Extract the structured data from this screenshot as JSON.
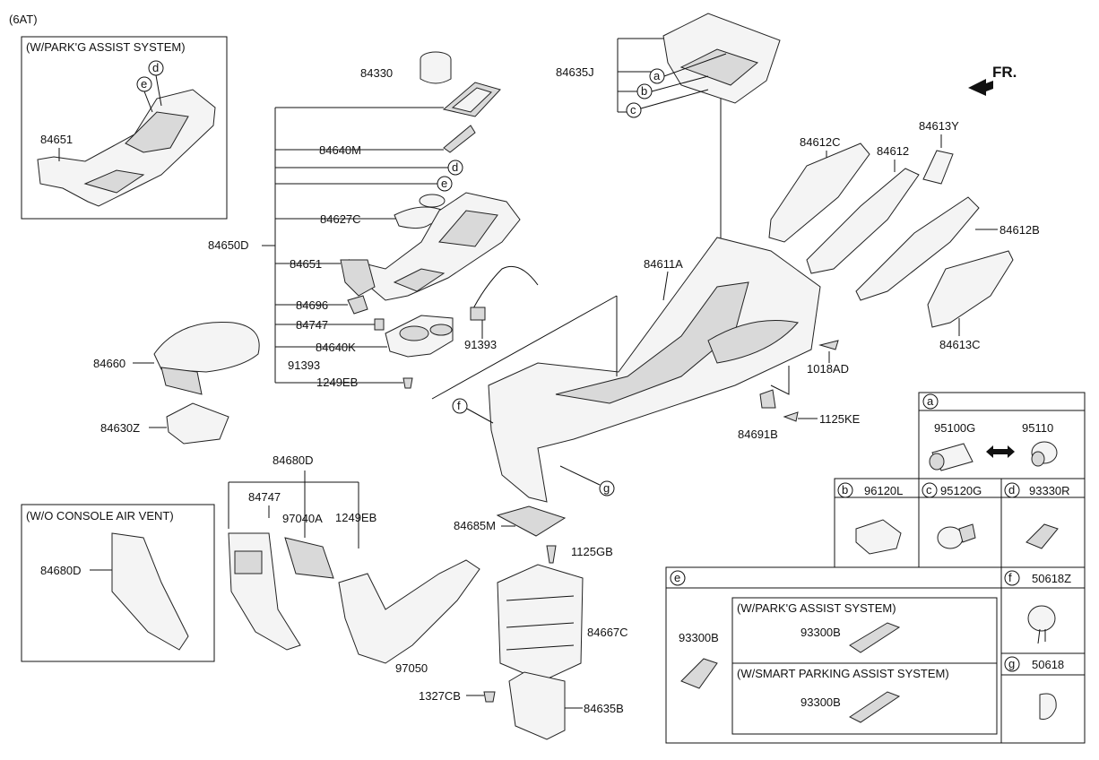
{
  "variant": "(6AT)",
  "direction": "FR.",
  "insets": {
    "park_assist": "(W/PARK'G ASSIST SYSTEM)",
    "no_air_vent": "(W/O CONSOLE AIR VENT)",
    "park_assist_e": "(W/PARK'G ASSIST SYSTEM)",
    "smart_park_e": "(W/SMART PARKING ASSIST SYSTEM)"
  },
  "callouts": {
    "a": "a",
    "b": "b",
    "c": "c",
    "d": "d",
    "e": "e",
    "f": "f",
    "g": "g"
  },
  "parts": {
    "p84651_inset": "84651",
    "p84330": "84330",
    "p84635J": "84635J",
    "p84640M": "84640M",
    "p84627C": "84627C",
    "p84650D": "84650D",
    "p84651": "84651",
    "p84696": "84696",
    "p84747": "84747",
    "p84640K": "84640K",
    "p91393_a": "91393",
    "p1249EB": "1249EB",
    "p91393_b": "91393",
    "p84660": "84660",
    "p84630Z": "84630Z",
    "p84611A": "84611A",
    "p84612C": "84612C",
    "p84612": "84612",
    "p84613Y": "84613Y",
    "p84612B": "84612B",
    "p84613C": "84613C",
    "p1018AD": "1018AD",
    "p1125KE": "1125KE",
    "p84691B": "84691B",
    "p84680D_top": "84680D",
    "p84747_b": "84747",
    "p97040A": "97040A",
    "p1249EB_b": "1249EB",
    "p84680D_inset": "84680D",
    "p97050": "97050",
    "p84685M": "84685M",
    "p1125GB": "1125GB",
    "p84667C": "84667C",
    "p1327CB": "1327CB",
    "p84635B": "84635B"
  },
  "table": {
    "a_p1": "95100G",
    "a_p2": "95110",
    "b_part": "96120L",
    "c_part": "95120G",
    "d_part": "93330R",
    "e_left": "93300B",
    "e_park": "93300B",
    "e_smart": "93300B",
    "f_part": "50618Z",
    "g_part": "50618"
  },
  "icons": [
    "exchange-arrow-icon",
    "front-direction-arrow-icon"
  ]
}
